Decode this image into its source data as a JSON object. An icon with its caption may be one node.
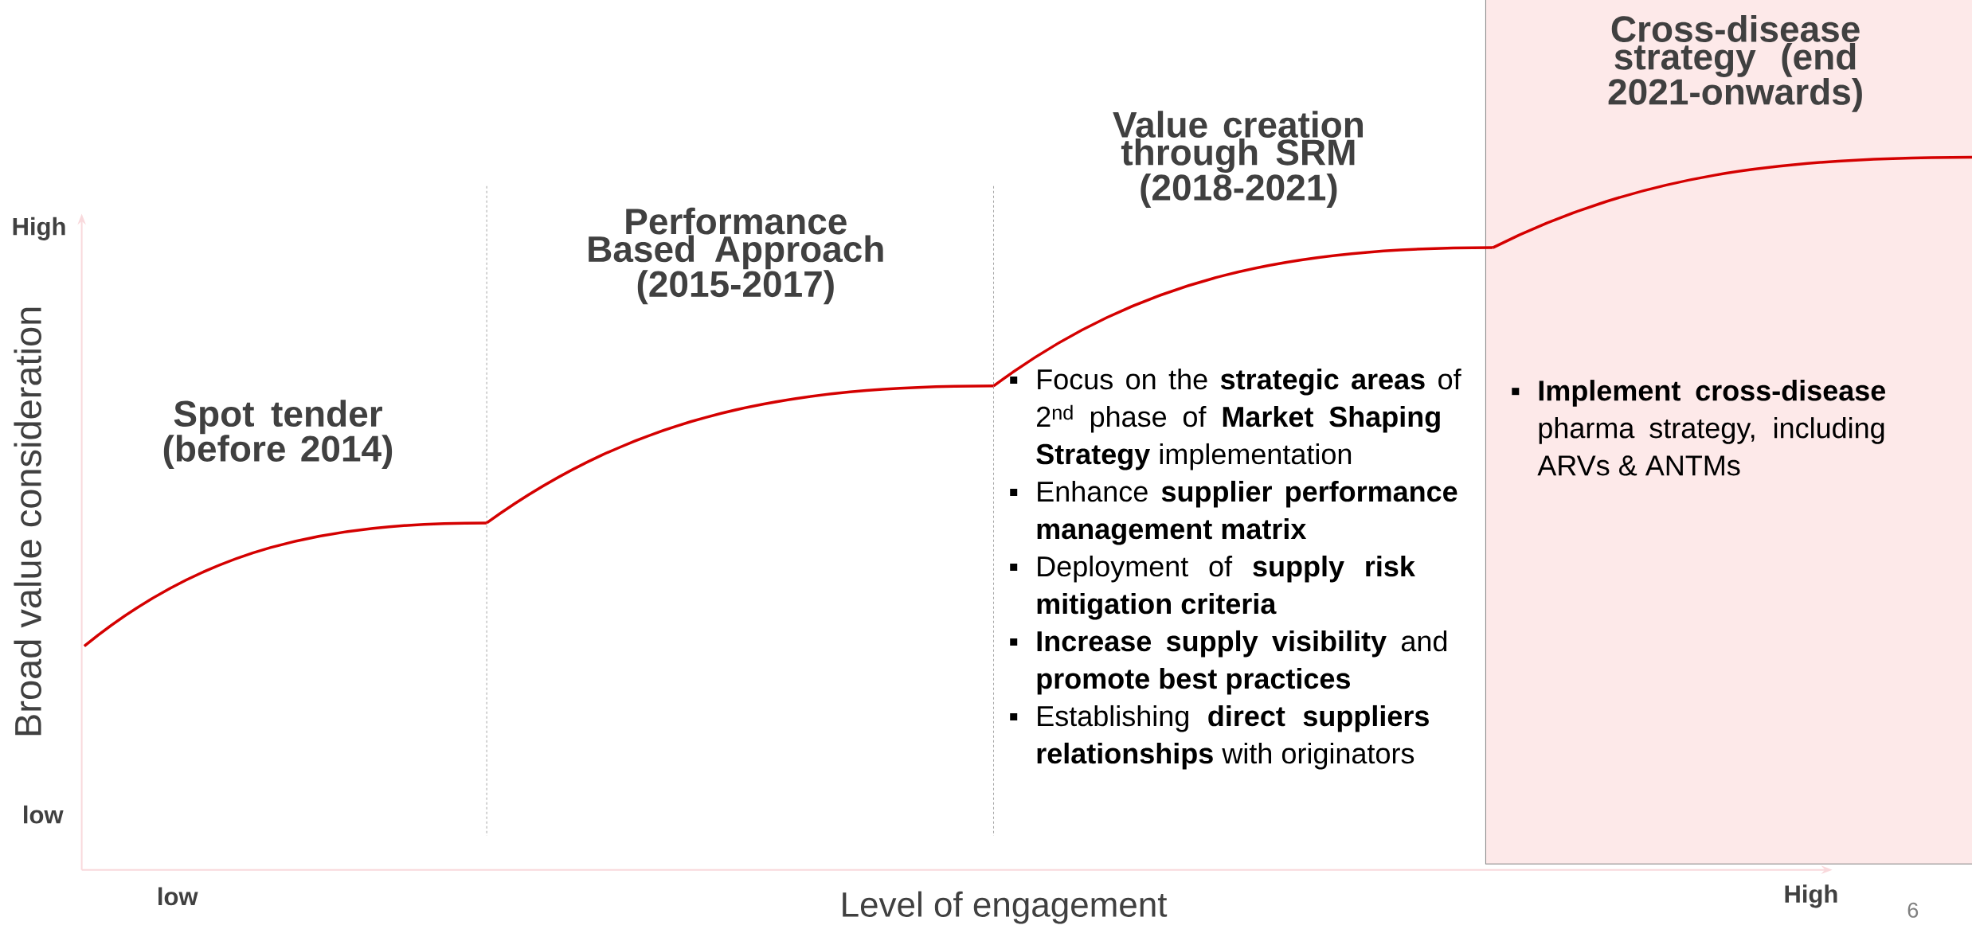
{
  "diagram": {
    "nodes": [
      {
        "text": [
          "Cross-disease strategy (end 2021-onwards)",
          "**Implement cross-disease** pharma strategy, including ARVs & ANTMs"
        ]
      }
    ],
    "labels": [
      "Value creation through SRM (2018-2021)",
      "High",
      "Performance Based Approach (2015-2017)",
      "Broad value consideration",
      "Spot tender (before 2014)",
      "Focus on the **strategic areas** of 2$^{nd}$ phase of **Market Shaping Strategy** implementation",
      "Enhance **supplier performance management matrix**",
      "Deployment of **supply risk mitigation criteria**",
      "**Increase supply visibility** and **promote best practices**",
      "Establishing **direct suppliers relationships** with originators",
      "low",
      "low",
      "Level of engagement",
      "High",
      "6"
    ]
  }
}
